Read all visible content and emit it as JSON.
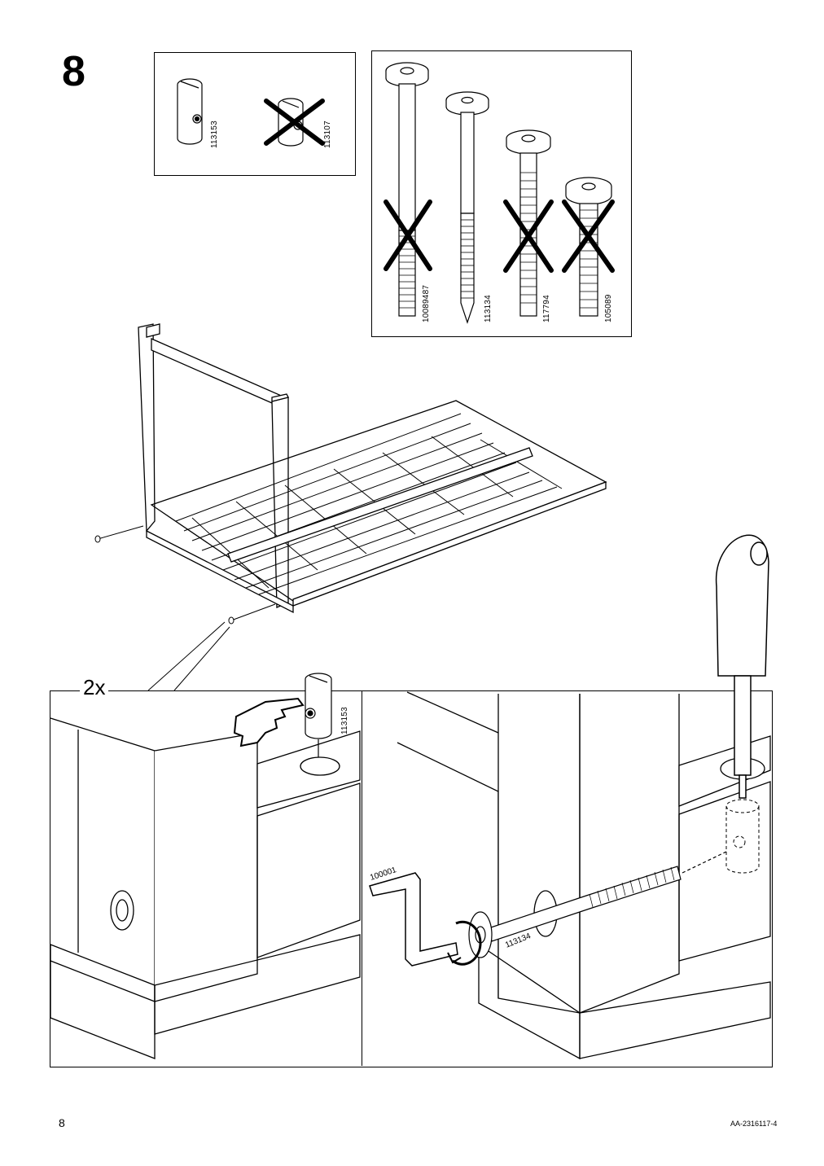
{
  "step": {
    "number": "8"
  },
  "dowel_panel": {
    "correct_part_id": "113153",
    "wrong_part_id": "113107"
  },
  "bolt_panel": {
    "bolts": [
      {
        "id": "10089487",
        "selected": false
      },
      {
        "id": "113134",
        "selected": true
      },
      {
        "id": "117794",
        "selected": false
      },
      {
        "id": "105089",
        "selected": false
      }
    ]
  },
  "detail": {
    "multiplier": "2x",
    "insert_part_id": "113153",
    "tool_id": "100001",
    "bolt_id": "113134"
  },
  "footer": {
    "page_number": "8",
    "doc_code": "AA-2316117-4"
  }
}
